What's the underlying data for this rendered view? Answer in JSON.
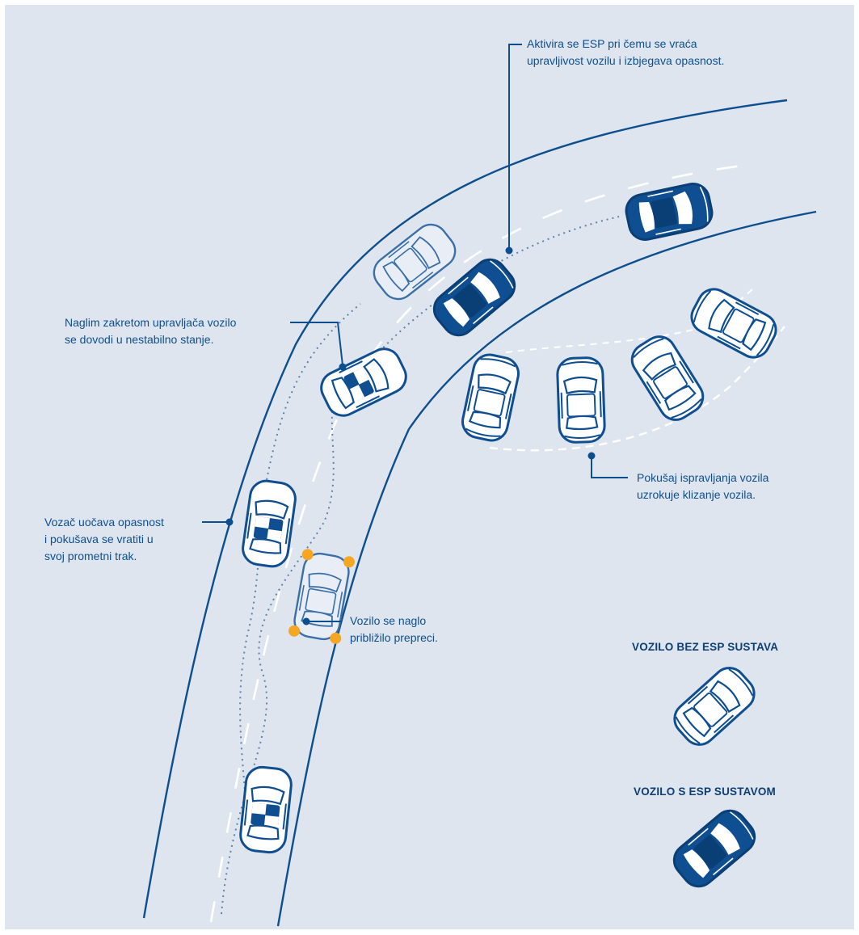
{
  "colors": {
    "background": "#dfe5ef",
    "road_line": "#0d4f8e",
    "text": "#0d4f8e",
    "car_esp": "#0f4f91",
    "car_no_esp": "#ffffff",
    "wheel_highlight": "#f5a623"
  },
  "annotations": {
    "esp_activates": [
      "Aktivira se ESP pri čemu se vraća",
      "upravljivost vozilu i izbjegava opasnost."
    ],
    "sharp_turn": [
      "Naglim zakretom upravljača vozilo",
      "se dovodi u nestabilno stanje."
    ],
    "driver_notices": [
      "Vozač uočava opasnost",
      "i pokušava se vratiti u",
      "svoj prometni trak."
    ],
    "correction_attempt": [
      "Pokušaj ispravljanja vozila",
      "uzrokuje klizanje vozila."
    ],
    "obstacle": [
      "Vozilo se naglo",
      "približilo prepreci."
    ]
  },
  "legend": {
    "without_esp": "VOZILO BEZ ESP SUSTAVA",
    "with_esp": "VOZILO S ESP SUSTAVOM"
  },
  "cars": [
    {
      "id": "car-start",
      "type": "no-esp-road"
    },
    {
      "id": "car-swerve",
      "type": "outline-wheels-highlighted"
    },
    {
      "id": "car-left-lane",
      "type": "no-esp-road"
    },
    {
      "id": "car-unstable",
      "type": "no-esp-road"
    },
    {
      "id": "car-outline-curve",
      "type": "outline"
    },
    {
      "id": "car-esp-curve",
      "type": "esp"
    },
    {
      "id": "car-esp-exit",
      "type": "esp"
    },
    {
      "id": "car-skid-1",
      "type": "no-esp"
    },
    {
      "id": "car-skid-2",
      "type": "no-esp"
    },
    {
      "id": "car-skid-3",
      "type": "no-esp"
    },
    {
      "id": "car-skid-4",
      "type": "no-esp"
    },
    {
      "id": "legend-car-no-esp",
      "type": "no-esp"
    },
    {
      "id": "legend-car-esp",
      "type": "esp"
    }
  ]
}
